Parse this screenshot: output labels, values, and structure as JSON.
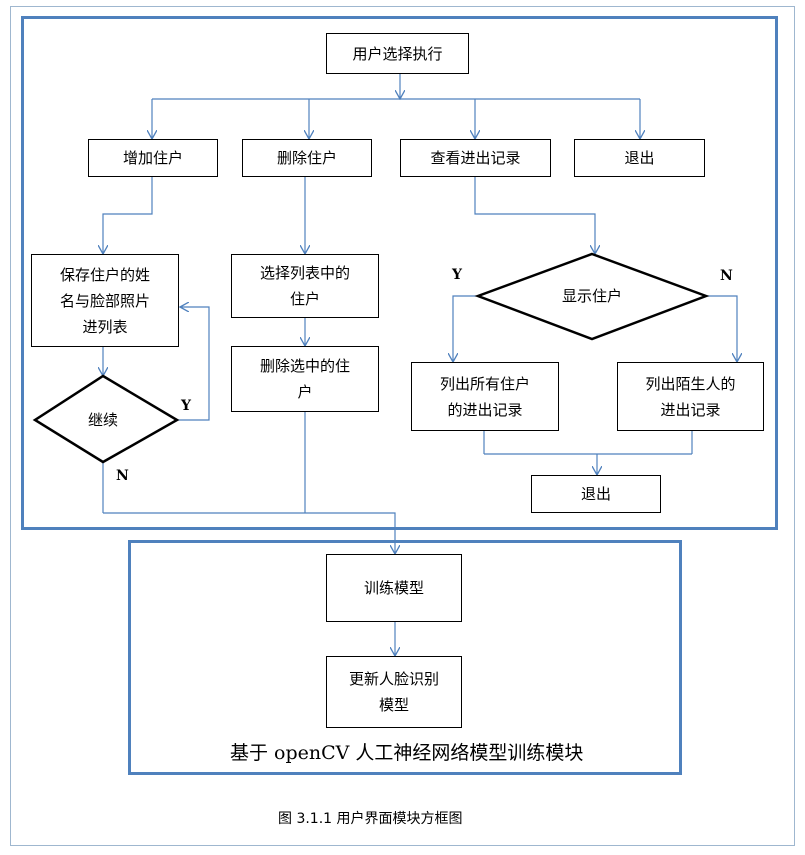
{
  "nodes": {
    "start": "用户选择执行",
    "add": "增加住户",
    "delete": "删除住户",
    "view_records": "查看进出记录",
    "exit_top": "退出",
    "save_list": "保存住户的姓\n名与脸部照片\n进列表",
    "select_list": "选择列表中的\n住户",
    "delete_selected": "删除选中的住\n户",
    "continue": "继续",
    "show_resident": "显示住户",
    "list_all": "列出所有住户\n的进出记录",
    "list_strangers": "列出陌生人的\n进出记录",
    "exit_bottom": "退出",
    "train_model": "训练模型",
    "update_model": "更新人脸识别\n模型"
  },
  "labels": {
    "continue_yes": "Y",
    "continue_no": "N",
    "show_yes": "Y",
    "show_no": "N"
  },
  "module_title": "基于 openCV 人工神经网络模型训练模块",
  "caption": "图 3.1.1 用户界面模块方框图"
}
